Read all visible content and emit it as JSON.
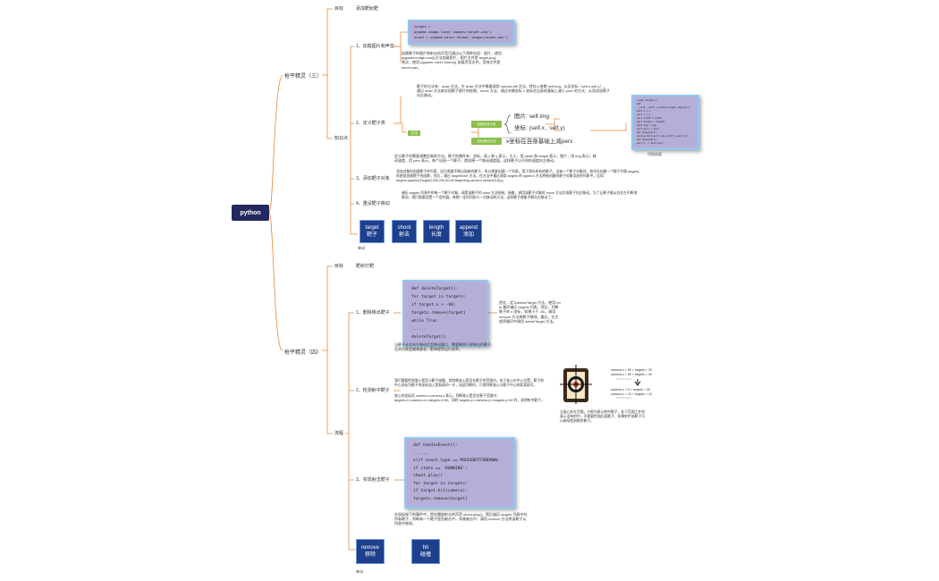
{
  "root": {
    "label": "python"
  },
  "branch1": {
    "title": "枪平精灵（三）",
    "goal_label": "目标",
    "goal_value": "添加靶射靶",
    "knowledge_label": "知识点",
    "load": {
      "label": "1、加载图片和声音",
      "code": [
        "target = pygame.image.load('images/target.png')",
        "shoot = pygame.mixer.Sound('images/shoot.wav')"
      ],
      "text": "加载靶子的图片和射击的声音可通过以下两种实现：图片，使用pygame.image.load()方法加载图片，图片文件是 target.png；其次，使用 pygame.mixer.Sound() 加载声音文件，音效文件是 shoot.wav。"
    },
    "draw": {
      "label": "2、定义靶子类",
      "desc": "靶子的方法有：draw 方法。在 draw 方法中需要调用 canvas.blit 方法，将包入参数 self.img，以及坐标（self.x,self.y）。通过 draw 方法来实现靶子图片的绘制；move 方法，通过对横坐标 x 坐标在自身的基础上减少 perx 的方式，从而实现靶子向左移动。",
      "method_label": "方法",
      "btn1": "绘制到显示区",
      "btn2": "坐标移动方法",
      "img_line": "图片: self.img",
      "pos_line": "坐标: (self.x , self.y)",
      "move_line": "x坐标在自身基础上减perx",
      "class_code": [
        "class Target():",
        "  def __init__(self,x,width,height,img,perx):",
        "    self.x = x",
        "    self.y = y",
        "    self.width = width",
        "    self.height = height",
        "    self.img = img",
        "    self.perx = perx",
        "  def draw(self):",
        "    canvas.blit(self.img,(self.x,self.y))",
        "  def move(self):",
        "    self.x -= self.perx"
      ],
      "code_caption": "代码实现",
      "note": "定义靶子时需要调整定制的方法，靶子的属性有：坐标，高 x 和 y 表示，大小，用 width 和 height 表示；图片，用 img 表示；移动速度，用 perx 表示。每个出现一个靶子，就创建一个移动速度值，这样靶子以不同的速度向左移动。"
    },
    "add": {
      "label": "3、添加靶子对象",
      "text": "添加对象时创建靶子的列表，因为需要不断出现新的靶子，所以需要创建一个列表，用于保存所有的靶子。当每一个靶子对象时，首先先创建一个靶子列表 targets，再使用创建靶子的函数，然后，通过 targetEnter 方法，在方法中通过调用 targets 的 append 方法将新创建的靶子对象添加到列表中。比如：targets.append(Target(1250,200,60,60,targetImg,random.randint(3,5)))。"
    },
    "move": {
      "label": "4、重设靶子移动",
      "text": "遍历 targets 列表中的每一个靶子对象，调用该靶子的 draw 方法绘制，接着，调用该靶子对象的 move 方法实现靶子向左移动。为了让靶子能从右往左不断地移动，我们需要设置一个定时器，每隔一定时间执行一次移动的方法，这样靶子就能不断向左移动了。"
    },
    "tiles": [
      {
        "en": "target",
        "zh": "靶子"
      },
      {
        "en": "shoot",
        "zh": "射击"
      },
      {
        "en": "length",
        "zh": "长度"
      },
      {
        "en": "append",
        "zh": "添加"
      }
    ],
    "tiles_caption": "单词"
  },
  "branch2": {
    "title": "枪平精灵（四）",
    "goal_label": "目标",
    "goal_value": "靶射打靶",
    "process_label": "流程",
    "del": {
      "label": "1、删除移出靶子",
      "code": [
        "def deleteTarget():",
        "    for target in targets:",
        "        if target.x < -60:",
        "            targets.remove(target)",
        "while True:",
        "    ......",
        "        deleteTarget()"
      ],
      "side": "首先，定义deleteTarget 方法，使用 for in 循环遍历 targets 列表，然后，判断靶子的 x 坐标，如果小于 -60，调用 remove 方法将靶子移除。最后，在主程序循环中调用 deleteTarget 方法。",
      "note": "当靶子从右向左移动后会移出窗口，需要删除已经移出的靶子，否则列表会越来越长，影响程序运行效率。"
    },
    "hit": {
      "label": "2、检测射中靶子",
      "text": "我们需要检测准心是否与靶子碰撞，即判断准心是否在靶子的范围内。由于准心在中心位置，靶子的中心坐标为靶子的坐标加上宽和高的一半，因此判断时，只需判断准心与靶子中心的距离即可。",
      "text2": "准心的坐标用 camera.x,camera.y 表示，判断准心是否在靶子范围内：targets.x<=camera.x<=targets.x+60，同时 targets.y<=camera.y<=targets.y+40 时，说明射中靶子。",
      "cmp_top": [
        "camera.x = 50  >  targets = 20",
        "camera.x = 50  <  targets = 40"
      ],
      "cmp_bottom": [
        "camera.x = 5   >  targets = 30",
        "camera.x = 10  <  targets = 10"
      ],
      "caption": "当准心处在范围，方框内表示射中靶子，处于范围之外则表示没有射中，不需要检测后面靶子，如果射中该靶子可以继续检测剩余靶子。"
    },
    "shoot": {
      "label": "3、实现射击靶子",
      "code": [
        "def handleEvent():",
        "    ......",
        "    elif event.type == MOUSEBUTTONDOWN:",
        "        if state == 'RUNNING':",
        "            shoot.play()",
        "            for target in targets:",
        "                if target.hit(camera):",
        "                    targets.remove(target)"
      ],
      "note": "在鼠标按下的事件中，首先播放射击的声音 shoot.play()，然后遍历 targets 列表中的所有靶子，判断每一个靶子是否被击中，如果被击中，调用 remove 方法将该靶子从列表中移除。"
    },
    "tiles": [
      {
        "en": "remove",
        "zh": "移除"
      },
      {
        "en": "hit",
        "zh": "碰撞"
      }
    ],
    "tiles_caption": "单词"
  },
  "colors": {
    "connector": "#e8893a",
    "root_bg": "#23285e",
    "tile_bg": "#1d3f8c",
    "code_bg": "#b5afd8",
    "code_border": "#8fc9f0",
    "green": "#8bbf48"
  }
}
